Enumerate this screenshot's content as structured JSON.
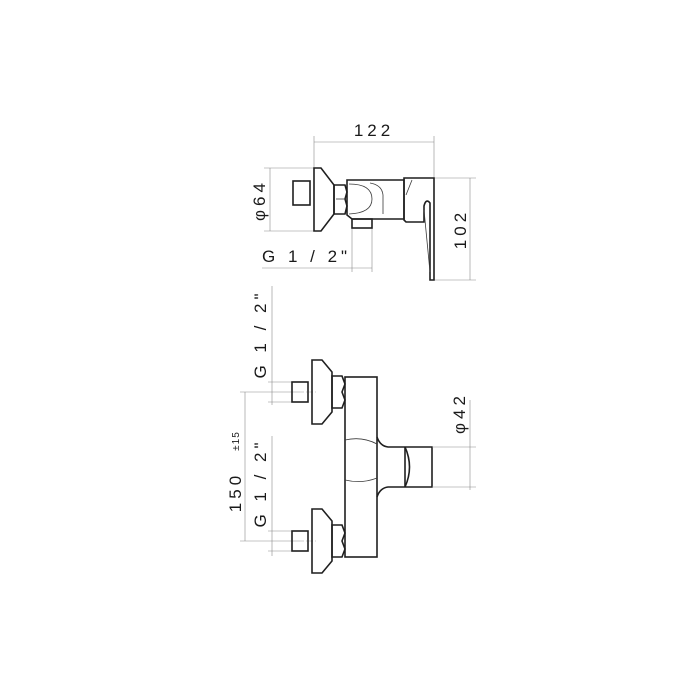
{
  "drawing": {
    "subject": "wall-mounted shower mixer dimension drawing",
    "colors": {
      "line": "#1f1f1f",
      "dimension": "#8a8a8a",
      "background": "#ffffff"
    },
    "side_view": {
      "width_label": "122",
      "height_label": "102",
      "flange_diameter_label": "φ64",
      "outlet_thread_label": "G  1 / 2\""
    },
    "front_view": {
      "upper_inlet_thread_label": "G  1 / 2\"",
      "lower_inlet_thread_label": "G  1 / 2\"",
      "inlet_spacing_label": "150",
      "inlet_spacing_tolerance": "±15",
      "handle_diameter_label": "φ42"
    }
  }
}
